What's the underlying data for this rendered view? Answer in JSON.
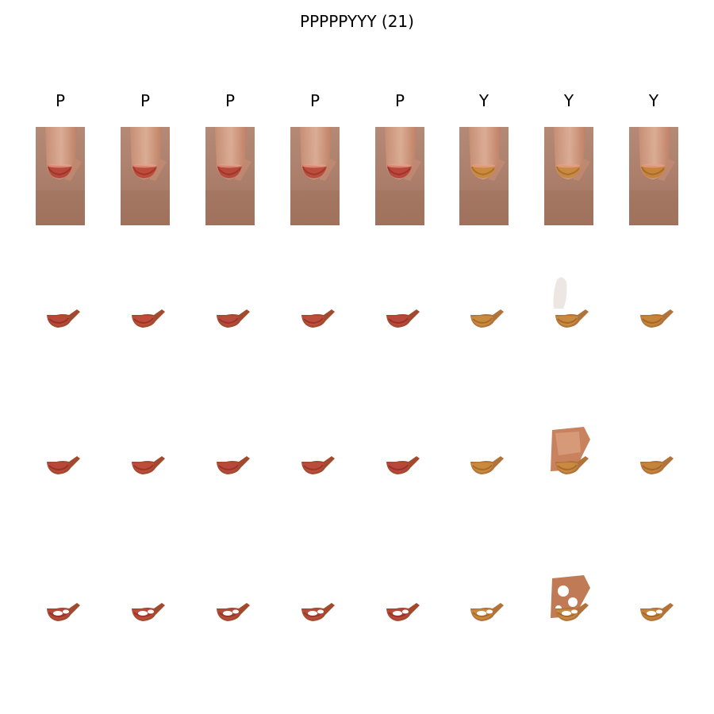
{
  "title": "PPPPPYYY (21)",
  "columns": [
    {
      "label": "P",
      "liquid": "#b8483a",
      "liquid_dark": "#8a2a20"
    },
    {
      "label": "P",
      "liquid": "#bd4c3b",
      "liquid_dark": "#8e2c22"
    },
    {
      "label": "P",
      "liquid": "#b84a3c",
      "liquid_dark": "#8b2c22"
    },
    {
      "label": "P",
      "liquid": "#bb4d3d",
      "liquid_dark": "#8c2e23"
    },
    {
      "label": "P",
      "liquid": "#b9473b",
      "liquid_dark": "#8a2a21"
    },
    {
      "label": "Y",
      "liquid": "#c98a3e",
      "liquid_dark": "#9a5e22"
    },
    {
      "label": "Y",
      "liquid": "#c88a40",
      "liquid_dark": "#985c24"
    },
    {
      "label": "Y",
      "liquid": "#c5843a",
      "liquid_dark": "#955a22"
    }
  ],
  "rows": [
    {
      "kind": "original"
    },
    {
      "kind": "segmented"
    },
    {
      "kind": "segmented"
    },
    {
      "kind": "segmented"
    }
  ],
  "colors": {
    "background": "#ffffff",
    "photo_background": "#a87b66",
    "tube_skin": "#d4987c",
    "segment_brown": "#a0522d"
  }
}
